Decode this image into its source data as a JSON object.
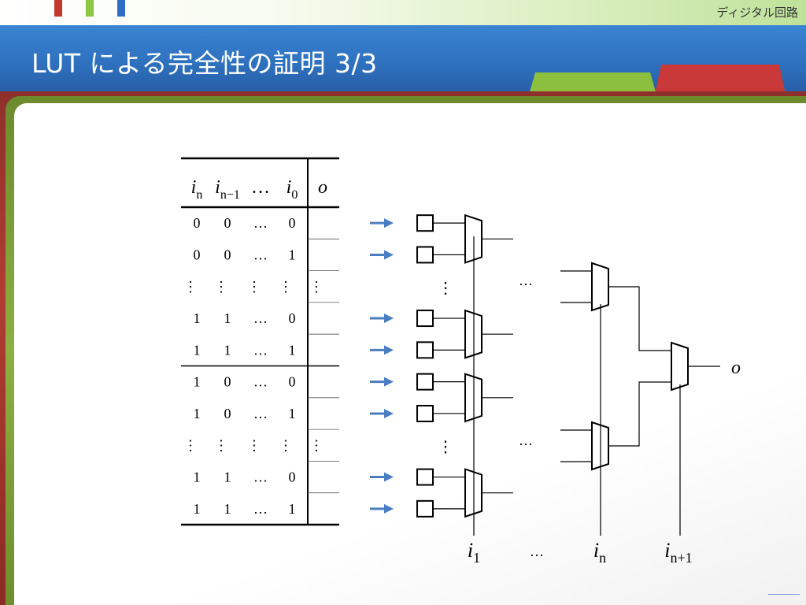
{
  "header": {
    "course": "ディジタル回路",
    "title": "LUT による完全性の証明 3/3"
  },
  "colors": {
    "title_band": "#2f72c0",
    "deco_red": "#c0392b",
    "deco_green": "#8dc63f",
    "deco_blue": "#2e6fc4",
    "tab_green": "#8dbf3f",
    "tab_red": "#c9393a",
    "arrow": "#4a7ec2"
  },
  "table": {
    "headers": [
      {
        "main": "i",
        "sub": "n"
      },
      {
        "main": "i",
        "sub": "n−1"
      },
      {
        "main": "…",
        "sub": ""
      },
      {
        "main": "i",
        "sub": "0"
      },
      {
        "main": "o",
        "sub": ""
      }
    ],
    "rows": [
      [
        "0",
        "0",
        "…",
        "0",
        ""
      ],
      [
        "0",
        "0",
        "…",
        "1",
        ""
      ],
      [
        "⋮",
        "⋮",
        "⋮",
        "⋮",
        "⋮"
      ],
      [
        "1",
        "1",
        "…",
        "0",
        ""
      ],
      [
        "1",
        "1",
        "…",
        "1",
        ""
      ],
      [
        "1",
        "0",
        "…",
        "0",
        ""
      ],
      [
        "1",
        "0",
        "…",
        "1",
        ""
      ],
      [
        "⋮",
        "⋮",
        "⋮",
        "⋮",
        "⋮"
      ],
      [
        "1",
        "1",
        "…",
        "0",
        ""
      ],
      [
        "1",
        "1",
        "…",
        "1",
        ""
      ]
    ]
  },
  "circuit": {
    "ellipsis_vertical": "⋮",
    "ellipsis_horizontal": "…",
    "output_label": "o",
    "selects": [
      {
        "main": "i",
        "sub": "1"
      },
      {
        "main": "…",
        "sub": ""
      },
      {
        "main": "i",
        "sub": "n"
      },
      {
        "main": "i",
        "sub": "n+1"
      }
    ]
  }
}
